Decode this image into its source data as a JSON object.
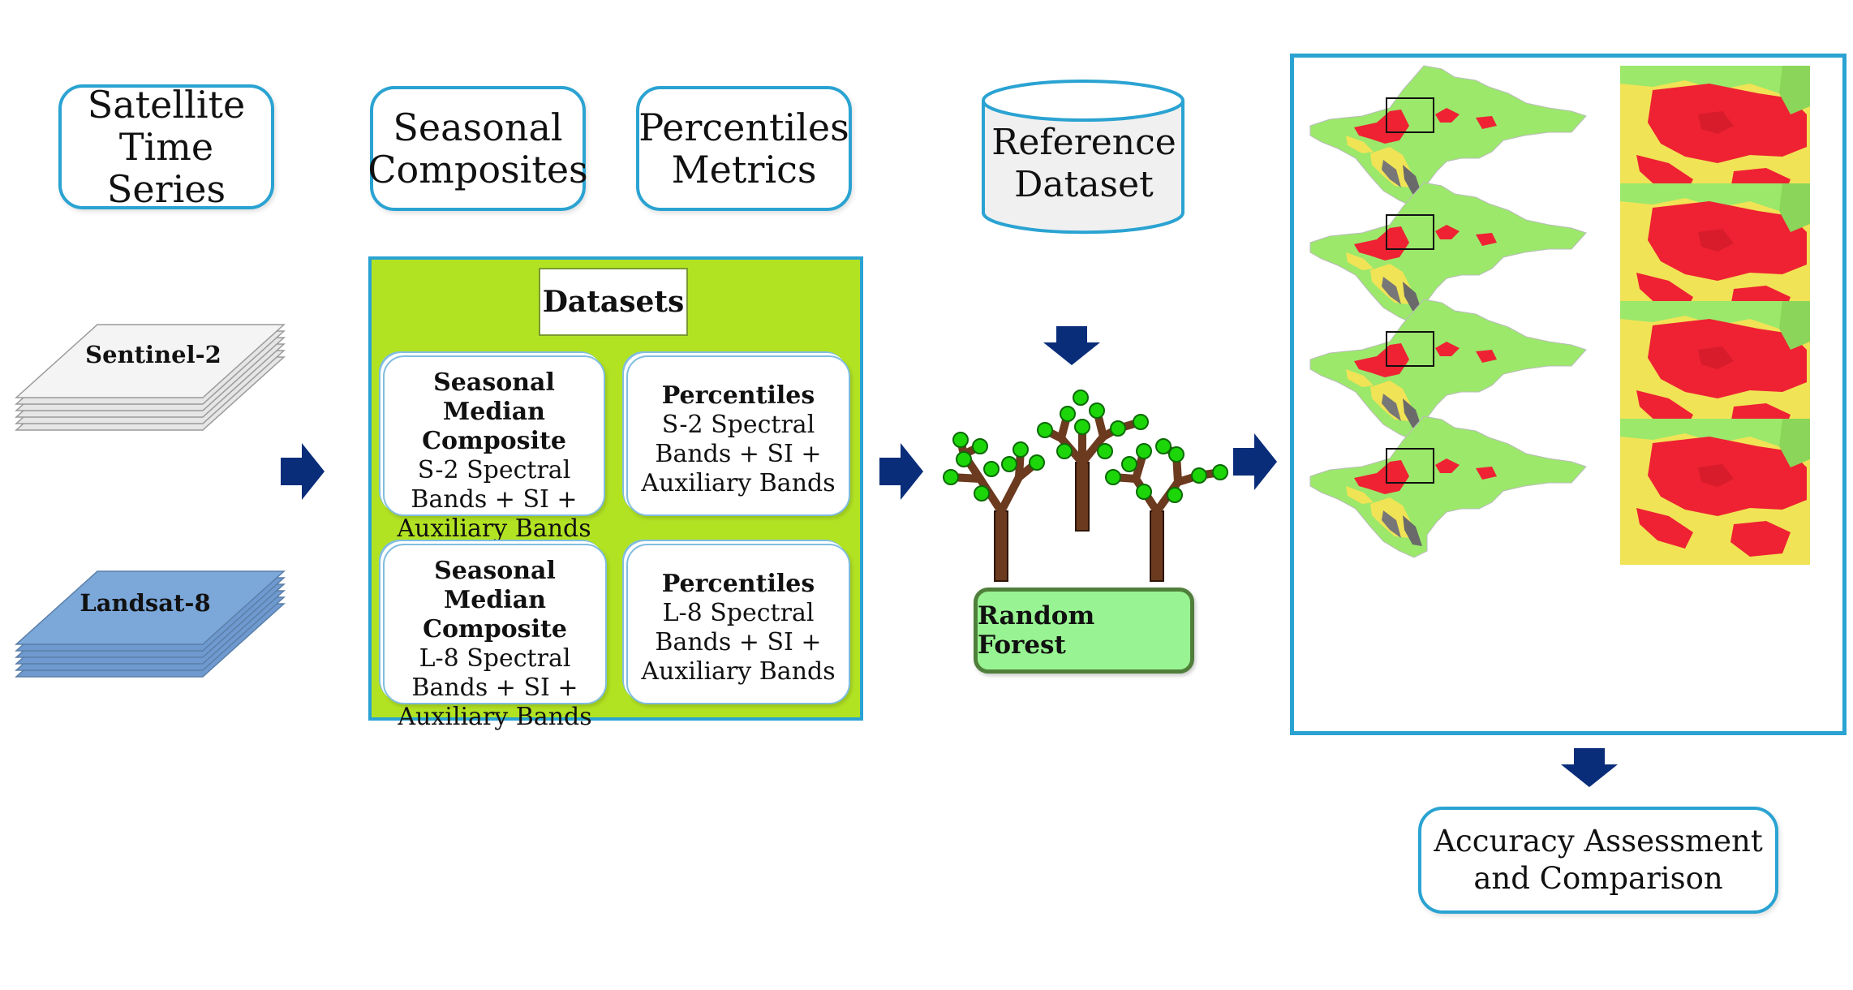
{
  "headers": {
    "satellite": "Satellite\nTime Series",
    "seasonal": "Seasonal\nComposites",
    "percentiles": "Percentiles\nMetrics",
    "reference": "Reference\nDataset"
  },
  "sensors": {
    "sentinel": "Sentinel-2",
    "landsat": "Landsat-8"
  },
  "datasets": {
    "title": "Datasets",
    "cards": [
      {
        "title": "Seasonal Median\nComposite",
        "body": "S-2  Spectral\nBands + SI  +\nAuxiliary Bands"
      },
      {
        "title": "Percentiles",
        "body": "S-2  Spectral\nBands + SI  +\nAuxiliary Bands"
      },
      {
        "title": "Seasonal Median\nComposite",
        "body": "L-8  Spectral\nBands + SI  +\nAuxiliary Bands"
      },
      {
        "title": "Percentiles",
        "body": "L-8  Spectral\nBands + SI  +\nAuxiliary Bands"
      }
    ]
  },
  "classifier": "Random Forest",
  "output": "Accuracy Assessment\nand Comparison",
  "colors": {
    "accent_border": "#2aa3d2",
    "panel_green": "#b2e323",
    "arrow_navy": "#0a2d7a",
    "rf_box": "#98f492",
    "map_green": "#9be86b",
    "map_red": "#ee2233",
    "map_yellow": "#f1e356",
    "sentinel_layer": "#e6e6e6",
    "landsat_layer": "#7ba7d9"
  }
}
